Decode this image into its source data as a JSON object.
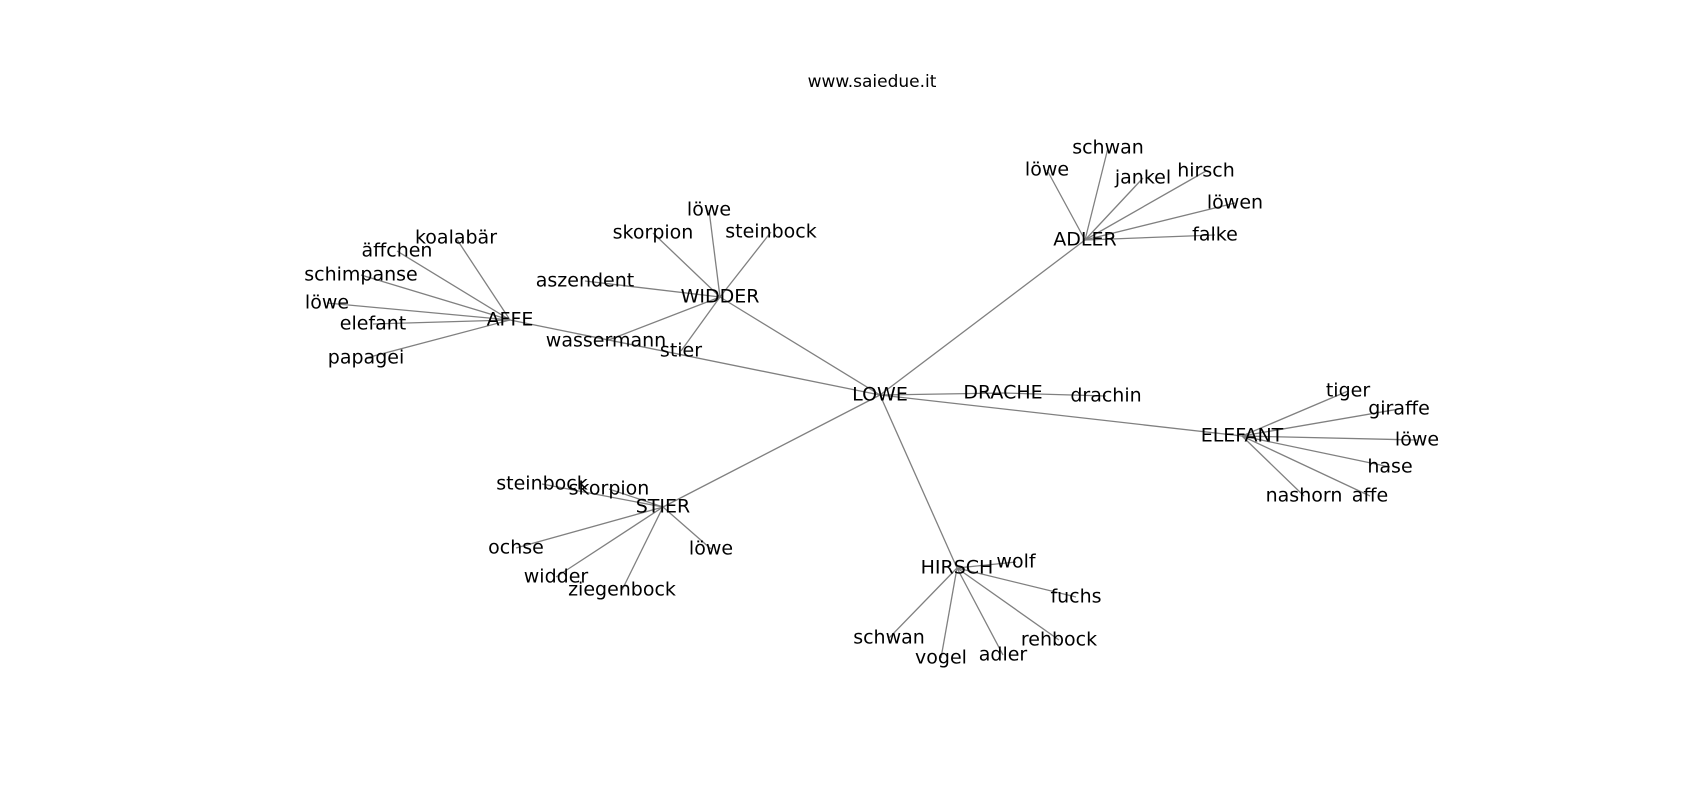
{
  "title": "www.saiedue.it",
  "diagram": {
    "nodes": [
      {
        "id": "lowe",
        "label": "LOWE"
      },
      {
        "id": "adler",
        "label": "ADLER"
      },
      {
        "id": "widder",
        "label": "WIDDER"
      },
      {
        "id": "affe",
        "label": "AFFE"
      },
      {
        "id": "stier",
        "label": "STIER"
      },
      {
        "id": "hirsch",
        "label": "HIRSCH"
      },
      {
        "id": "drache",
        "label": "DRACHE"
      },
      {
        "id": "elefant",
        "label": "ELEFANT"
      },
      {
        "id": "adler_schwan",
        "label": "schwan"
      },
      {
        "id": "adler_lowe",
        "label": "löwe"
      },
      {
        "id": "adler_jankel",
        "label": "jankel"
      },
      {
        "id": "adler_hirsch",
        "label": "hirsch"
      },
      {
        "id": "adler_lowen",
        "label": "löwen"
      },
      {
        "id": "adler_falke",
        "label": "falke"
      },
      {
        "id": "widder_lowe",
        "label": "löwe"
      },
      {
        "id": "widder_skorpion",
        "label": "skorpion"
      },
      {
        "id": "widder_steinbock",
        "label": "steinbock"
      },
      {
        "id": "widder_aszendent",
        "label": "aszendent"
      },
      {
        "id": "widder_wassermann",
        "label": "wassermann"
      },
      {
        "id": "widder_stier",
        "label": "stier"
      },
      {
        "id": "affe_koalabar",
        "label": "koalabär"
      },
      {
        "id": "affe_affchen",
        "label": "äffchen"
      },
      {
        "id": "affe_schimpanse",
        "label": "schimpanse"
      },
      {
        "id": "affe_lowe",
        "label": "löwe"
      },
      {
        "id": "affe_elefant",
        "label": "elefant"
      },
      {
        "id": "affe_papagei",
        "label": "papagei"
      },
      {
        "id": "stier_steinbock",
        "label": "steinbock"
      },
      {
        "id": "stier_skorpion",
        "label": "skorpion"
      },
      {
        "id": "stier_ochse",
        "label": "ochse"
      },
      {
        "id": "stier_widder",
        "label": "widder"
      },
      {
        "id": "stier_ziegenbock",
        "label": "ziegenbock"
      },
      {
        "id": "stier_lowe",
        "label": "löwe"
      },
      {
        "id": "hirsch_wolf",
        "label": "wolf"
      },
      {
        "id": "hirsch_fuchs",
        "label": "fuchs"
      },
      {
        "id": "hirsch_schwan",
        "label": "schwan"
      },
      {
        "id": "hirsch_vogel",
        "label": "vogel"
      },
      {
        "id": "hirsch_adler",
        "label": "adler"
      },
      {
        "id": "hirsch_rehbock",
        "label": "rehbock"
      },
      {
        "id": "drache_drachin",
        "label": "drachin"
      },
      {
        "id": "elefant_tiger",
        "label": "tiger"
      },
      {
        "id": "elefant_giraffe",
        "label": "giraffe"
      },
      {
        "id": "elefant_lowe",
        "label": "löwe"
      },
      {
        "id": "elefant_hase",
        "label": "hase"
      },
      {
        "id": "elefant_nashorn",
        "label": "nashorn"
      },
      {
        "id": "elefant_affe",
        "label": "affe"
      }
    ],
    "edges": [
      [
        "lowe",
        "adler"
      ],
      [
        "lowe",
        "widder"
      ],
      [
        "lowe",
        "affe"
      ],
      [
        "lowe",
        "stier"
      ],
      [
        "lowe",
        "hirsch"
      ],
      [
        "lowe",
        "drache"
      ],
      [
        "lowe",
        "elefant"
      ],
      [
        "adler",
        "adler_schwan"
      ],
      [
        "adler",
        "adler_lowe"
      ],
      [
        "adler",
        "adler_jankel"
      ],
      [
        "adler",
        "adler_hirsch"
      ],
      [
        "adler",
        "adler_lowen"
      ],
      [
        "adler",
        "adler_falke"
      ],
      [
        "widder",
        "widder_lowe"
      ],
      [
        "widder",
        "widder_skorpion"
      ],
      [
        "widder",
        "widder_steinbock"
      ],
      [
        "widder",
        "widder_aszendent"
      ],
      [
        "widder",
        "widder_wassermann"
      ],
      [
        "widder",
        "widder_stier"
      ],
      [
        "affe",
        "affe_koalabar"
      ],
      [
        "affe",
        "affe_affchen"
      ],
      [
        "affe",
        "affe_schimpanse"
      ],
      [
        "affe",
        "affe_lowe"
      ],
      [
        "affe",
        "affe_elefant"
      ],
      [
        "affe",
        "affe_papagei"
      ],
      [
        "stier",
        "stier_steinbock"
      ],
      [
        "stier",
        "stier_skorpion"
      ],
      [
        "stier",
        "stier_ochse"
      ],
      [
        "stier",
        "stier_widder"
      ],
      [
        "stier",
        "stier_ziegenbock"
      ],
      [
        "stier",
        "stier_lowe"
      ],
      [
        "hirsch",
        "hirsch_wolf"
      ],
      [
        "hirsch",
        "hirsch_fuchs"
      ],
      [
        "hirsch",
        "hirsch_schwan"
      ],
      [
        "hirsch",
        "hirsch_vogel"
      ],
      [
        "hirsch",
        "hirsch_adler"
      ],
      [
        "hirsch",
        "hirsch_rehbock"
      ],
      [
        "drache",
        "drache_drachin"
      ],
      [
        "elefant",
        "elefant_tiger"
      ],
      [
        "elefant",
        "elefant_giraffe"
      ],
      [
        "elefant",
        "elefant_lowe"
      ],
      [
        "elefant",
        "elefant_hase"
      ],
      [
        "elefant",
        "elefant_nashorn"
      ],
      [
        "elefant",
        "elefant_affe"
      ]
    ],
    "colors": {
      "edge": "#808080",
      "text": "#000000",
      "background": "#ffffff"
    }
  }
}
